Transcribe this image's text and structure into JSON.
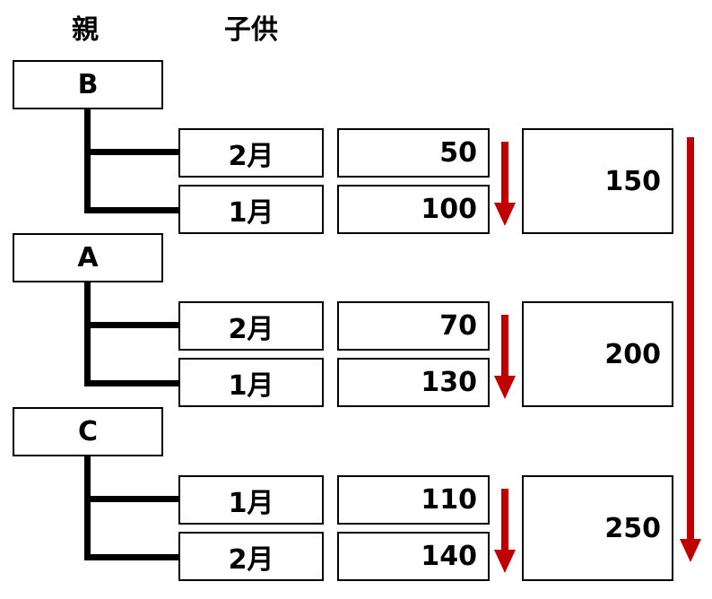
{
  "headers": {
    "parent": "親",
    "child": "子供"
  },
  "groups": [
    {
      "parent": "B",
      "children": [
        {
          "month": "2月",
          "value": "50"
        },
        {
          "month": "1月",
          "value": "100"
        }
      ],
      "total": "150"
    },
    {
      "parent": "A",
      "children": [
        {
          "month": "2月",
          "value": "70"
        },
        {
          "month": "1月",
          "value": "130"
        }
      ],
      "total": "200"
    },
    {
      "parent": "C",
      "children": [
        {
          "month": "1月",
          "value": "110"
        },
        {
          "month": "2月",
          "value": "140"
        }
      ],
      "total": "250"
    }
  ],
  "arrow_color": "#c00000"
}
